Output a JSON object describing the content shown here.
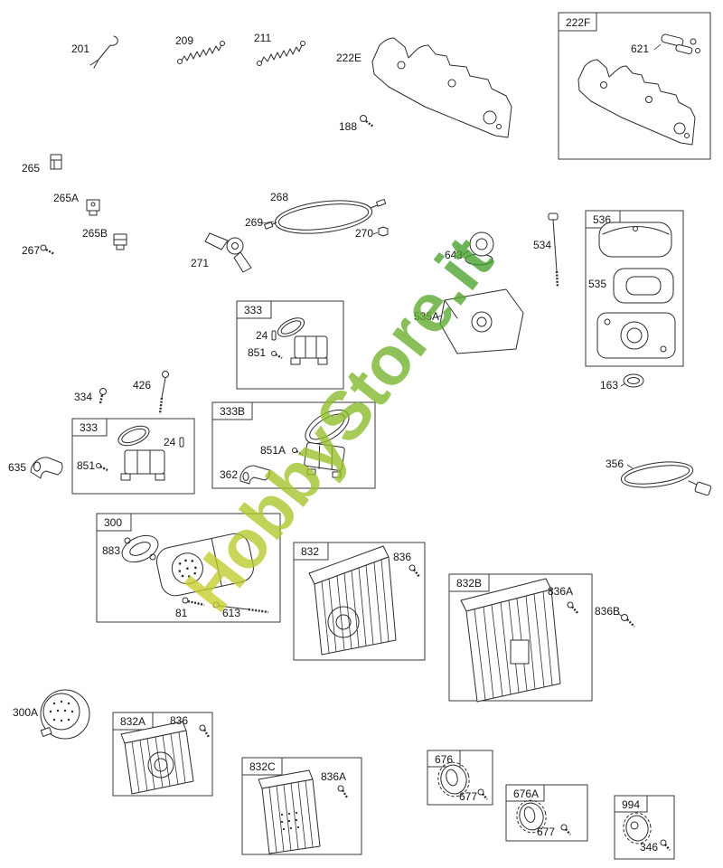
{
  "watermark": "HobbyStore.it",
  "colors": {
    "watermark_yellow": "#c9cf2b",
    "watermark_mid": "#8fbe2a",
    "watermark_green": "#3f9e2d"
  },
  "labels": {
    "p201": "201",
    "p209": "209",
    "p211": "211",
    "p222E": "222E",
    "p188": "188",
    "p265": "265",
    "p265A": "265A",
    "p265B": "265B",
    "p267": "267",
    "p268": "268",
    "p269": "269",
    "p270": "270",
    "p271": "271",
    "p643": "643",
    "p534": "534",
    "p535A": "535A",
    "p334": "334",
    "p426": "426",
    "p635": "635",
    "p163": "163",
    "p356": "356",
    "p836B": "836B",
    "p300A": "300A",
    "p621": "621",
    "box222F": "222F",
    "box536": "536",
    "p535": "535",
    "box333_a": "333",
    "p24_a": "24",
    "p851_a": "851",
    "box333_b": "333",
    "p24_b": "24",
    "p851_b": "851",
    "box333B": "333B",
    "p851A": "851A",
    "p362": "362",
    "box300": "300",
    "p883": "883",
    "p81": "81",
    "p613": "613",
    "box832": "832",
    "p836_a": "836",
    "box832B": "832B",
    "p836A_a": "836A",
    "box832A": "832A",
    "p836_b": "836",
    "box832C": "832C",
    "p836A_b": "836A",
    "box676": "676",
    "p677_a": "677",
    "box676A": "676A",
    "p677_b": "677",
    "box994": "994",
    "p346": "346"
  }
}
